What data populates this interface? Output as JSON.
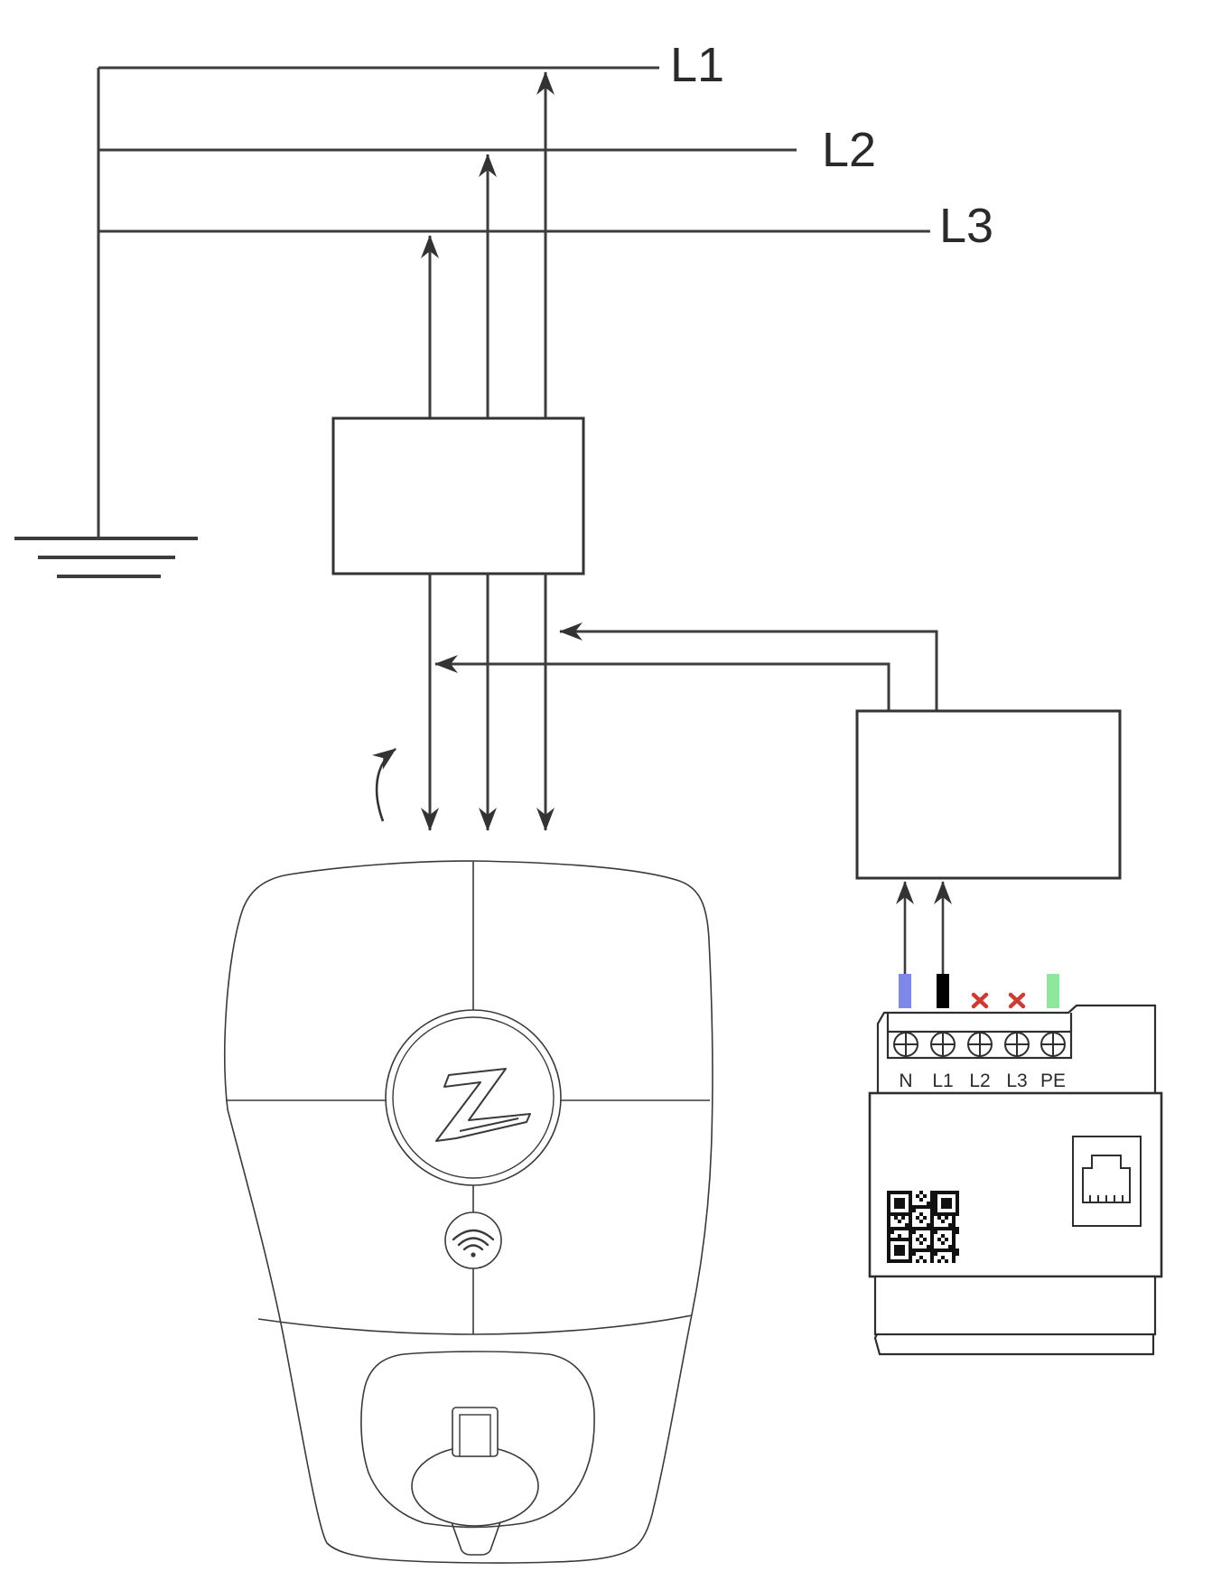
{
  "supply": {
    "rails": [
      {
        "label": "L1"
      },
      {
        "label": "L2"
      },
      {
        "label": "L3"
      }
    ],
    "ground_icon": "earth-ground-symbol"
  },
  "fuse_box": {
    "label": ""
  },
  "relay_box": {
    "label": ""
  },
  "meter": {
    "terminal_labels": [
      "N",
      "L1",
      "L2",
      "L3",
      "PE"
    ],
    "wire_colors": {
      "neutral": "#7d88e8",
      "line1": "#000000",
      "earth": "#8fe79b"
    },
    "not_connected_color": "#cd3b35",
    "not_connected_terminals": [
      "L2",
      "L3"
    ],
    "icons": {
      "qr": "qr-code",
      "ethernet": "rj45-port",
      "screw": "screw-terminal-icon"
    }
  },
  "charger": {
    "icons": {
      "logo": "z-logo",
      "rfid": "wifi-rfid-icon",
      "socket": "charging-socket"
    }
  },
  "line_color": "#333333"
}
